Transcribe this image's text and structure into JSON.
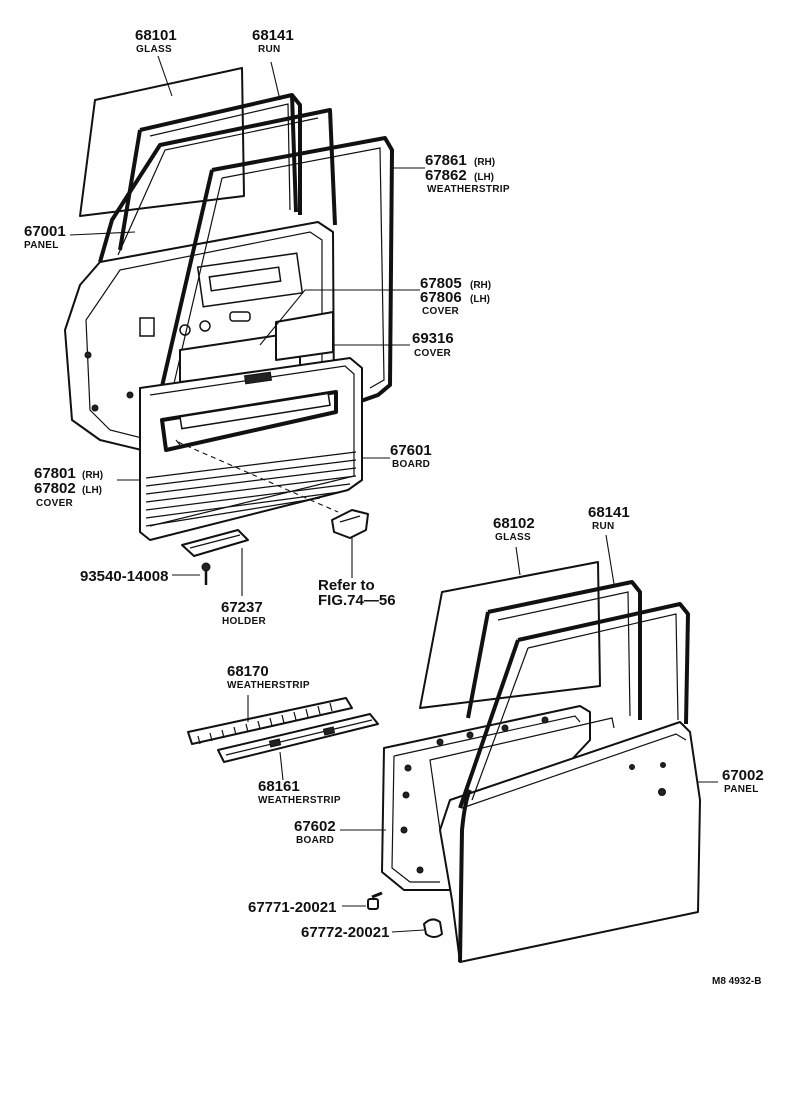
{
  "figure_code": "M8 4932-B",
  "parts": [
    {
      "id": "p68101",
      "number": "68101",
      "name": "GLASS"
    },
    {
      "id": "p68141a",
      "number": "68141",
      "name": "RUN"
    },
    {
      "id": "p6786x",
      "number": "67861",
      "side": "(RH)",
      "number2": "67862",
      "side2": "(LH)",
      "name": "WEATHERSTRIP"
    },
    {
      "id": "p67001",
      "number": "67001",
      "name": "PANEL"
    },
    {
      "id": "p6780x",
      "number": "67805",
      "side": "(RH)",
      "number2": "67806",
      "side2": "(LH)",
      "name": "COVER"
    },
    {
      "id": "p69316",
      "number": "69316",
      "name": "COVER"
    },
    {
      "id": "p67601",
      "number": "67601",
      "name": "BOARD"
    },
    {
      "id": "p6780y",
      "number": "67801",
      "side": "(RH)",
      "number2": "67802",
      "side2": "(LH)",
      "name": "COVER"
    },
    {
      "id": "p93540",
      "number": "93540-14008"
    },
    {
      "id": "p67237",
      "number": "67237",
      "name": "HOLDER"
    },
    {
      "id": "pref",
      "line1": "Refer to",
      "line2": "FIG.74—56"
    },
    {
      "id": "p68102",
      "number": "68102",
      "name": "GLASS"
    },
    {
      "id": "p68141b",
      "number": "68141",
      "name": "RUN"
    },
    {
      "id": "p68170",
      "number": "68170",
      "name": "WEATHERSTRIP"
    },
    {
      "id": "p68161",
      "number": "68161",
      "name": "WEATHERSTRIP"
    },
    {
      "id": "p67002",
      "number": "67002",
      "name": "PANEL"
    },
    {
      "id": "p67602",
      "number": "67602",
      "name": "BOARD"
    },
    {
      "id": "p67771",
      "number": "67771-20021"
    },
    {
      "id": "p67772",
      "number": "67772-20021"
    }
  ]
}
